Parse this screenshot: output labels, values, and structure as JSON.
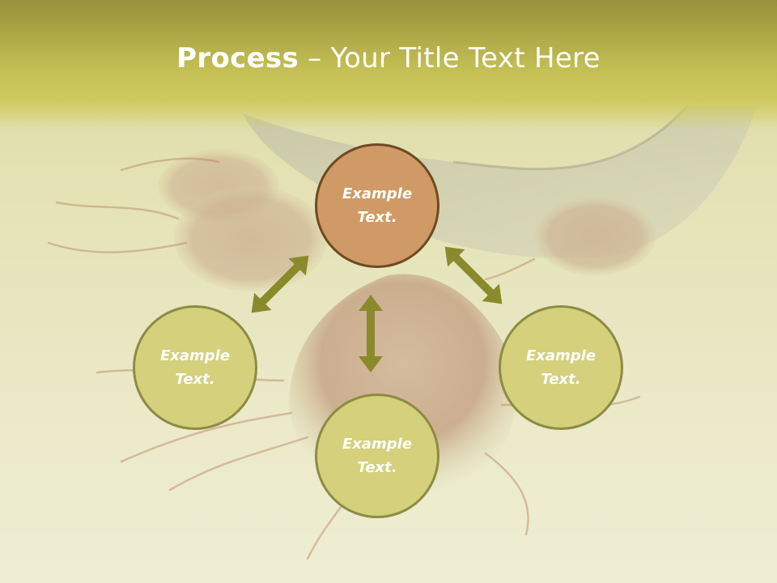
{
  "slide": {
    "title_bold": "Process",
    "title_rest": " – Your Title Text Here"
  },
  "diagram": {
    "center_node": {
      "label": "Example Text."
    },
    "nodes": [
      {
        "id": "left",
        "label": "Example Text."
      },
      {
        "id": "bottom",
        "label": "Example Text."
      },
      {
        "id": "right",
        "label": "Example Text."
      }
    ]
  },
  "colors": {
    "title_band": "#a9a443",
    "center_fill": "#cf9a65",
    "center_border": "#6e4a23",
    "node_fill": "#d4d07c",
    "node_border": "#8d8b44",
    "arrow": "#8a8a2c"
  }
}
